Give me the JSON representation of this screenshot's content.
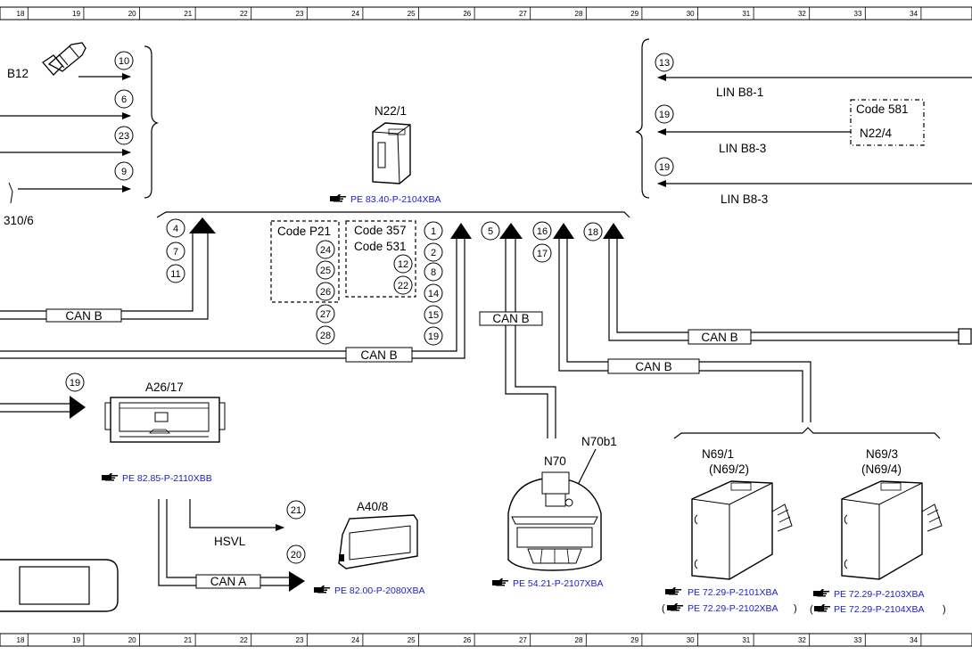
{
  "ruler": {
    "ticks": [
      "18",
      "19",
      "20",
      "21",
      "22",
      "23",
      "24",
      "25",
      "26",
      "27",
      "28",
      "29",
      "30",
      "31",
      "32",
      "33",
      "34"
    ]
  },
  "components": {
    "b12": "B12",
    "b10_6": "310/6",
    "n22_1": "N22/1",
    "a26_17": "A26/17",
    "a40_8": "A40/8",
    "n70": "N70",
    "n70b1": "N70b1",
    "n69_1": "N69/1",
    "n69_2": "(N69/2)",
    "n69_3": "N69/3",
    "n69_4": "(N69/4)",
    "n22_4": "N22/4"
  },
  "codes": {
    "p21": "Code P21",
    "c357": "Code 357",
    "c531": "Code 531",
    "c581": "Code 581"
  },
  "buses": {
    "can_b": "CAN B",
    "can_a": "CAN A",
    "lin_b8_1": "LIN B8-1",
    "lin_b8_3": "LIN B8-3",
    "hsvl": "HSVL"
  },
  "refs": {
    "n22_1": "PE 83.40-P-2104XBA",
    "a26_17": "PE 82.85-P-2110XBB",
    "a40_8": "PE 82.00-P-2080XBA",
    "n70": "PE 54.21-P-2107XBA",
    "n69_1": "PE 72.29-P-2101XBA",
    "n69_2": "PE 72.29-P-2102XBA",
    "n69_3": "PE 72.29-P-2103XBA",
    "n69_4": "PE 72.29-P-2104XBA"
  },
  "pins": {
    "p10": "10",
    "p6": "6",
    "p23": "23",
    "p9": "9",
    "p4": "4",
    "p7": "7",
    "p11": "11",
    "p24": "24",
    "p25": "25",
    "p26": "26",
    "p27": "27",
    "p28": "28",
    "p12": "12",
    "p22": "22",
    "p1": "1",
    "p2": "2",
    "p8": "8",
    "p14": "14",
    "p15": "15",
    "p19": "19",
    "p5": "5",
    "p16": "16",
    "p17": "17",
    "p18": "18",
    "p13": "13",
    "p19b": "19",
    "p19c": "19",
    "p19d": "19",
    "p21": "21",
    "p20": "20"
  },
  "icons": {
    "ref_pointer": "pointing-hand-icon"
  }
}
